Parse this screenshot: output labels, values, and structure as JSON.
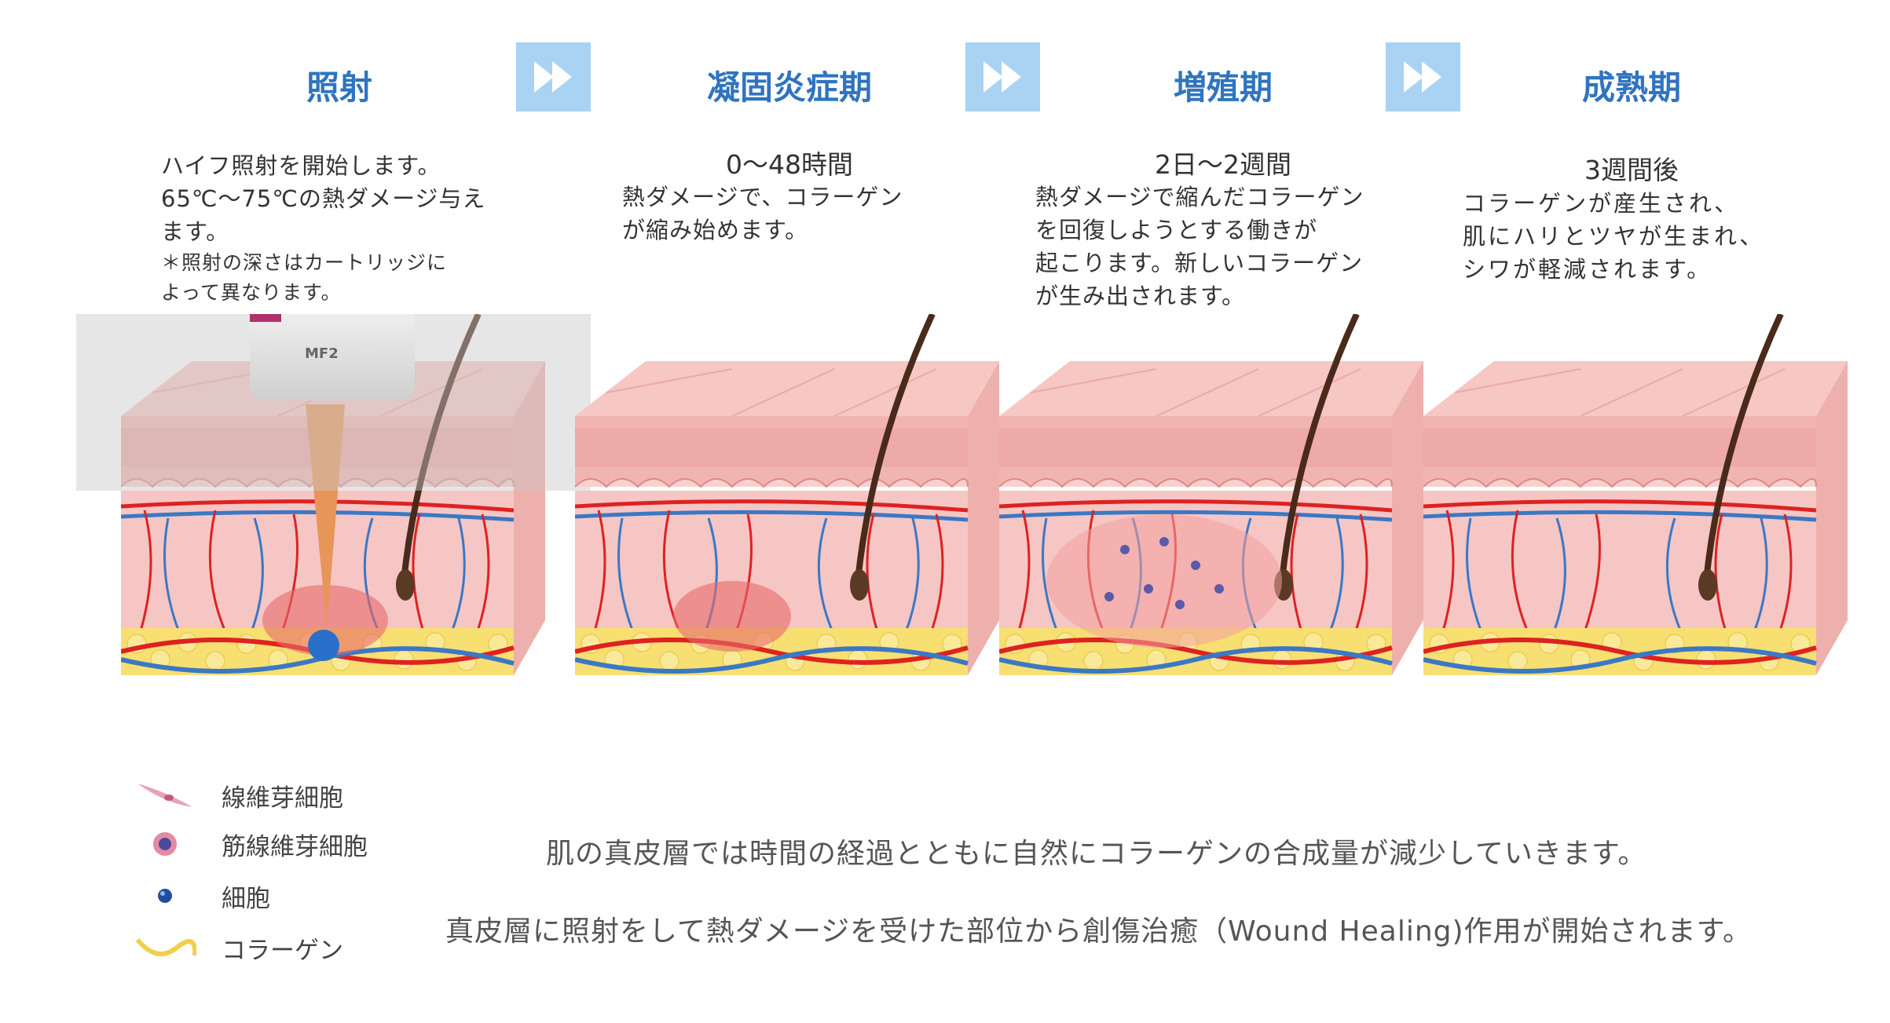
{
  "stages": [
    {
      "title": "照射",
      "subtitle": "",
      "lines": [
        "ハイフ照射を開始します。",
        "65℃〜75℃の熱ダメージ与え",
        "ます。"
      ],
      "notes": [
        "＊照射の深さはカートリッジに",
        "よって異なります。"
      ]
    },
    {
      "title": "凝固炎症期",
      "subtitle": "0〜48時間",
      "lines": [
        "熱ダメージで、コラーゲン",
        "が縮み始めます。"
      ]
    },
    {
      "title": "増殖期",
      "subtitle": "2日〜2週間",
      "lines": [
        "熱ダメージで縮んだコラーゲン",
        "を回復しようとする働きが",
        "起こります。新しいコラーゲン",
        "が生み出されます。"
      ]
    },
    {
      "title": "成熟期",
      "subtitle": "3週間後",
      "lines": [
        "コラーゲンが産生され、",
        "肌にハリとツヤが生まれ、",
        "シワが軽減されます。"
      ]
    }
  ],
  "device_label": "MF2",
  "legend": [
    {
      "icon": "fibroblast-icon",
      "label": "線維芽細胞"
    },
    {
      "icon": "myofibroblast-icon",
      "label": "筋線維芽細胞"
    },
    {
      "icon": "cell-icon",
      "label": "細胞"
    },
    {
      "icon": "collagen-icon",
      "label": "コラーゲン"
    }
  ],
  "footer": {
    "line1": "肌の真皮層では時間の経過とともに自然にコラーゲンの合成量が減少していきます。",
    "line2": "真皮層に照射をして熱ダメージを受けた部位から創傷治癒（Wound Healing)作用が開始されます。"
  },
  "colors": {
    "title": "#2f74bf",
    "arrow": "#a9d2f3",
    "beam": "#e8955a",
    "focal": "#2a6fc9"
  }
}
